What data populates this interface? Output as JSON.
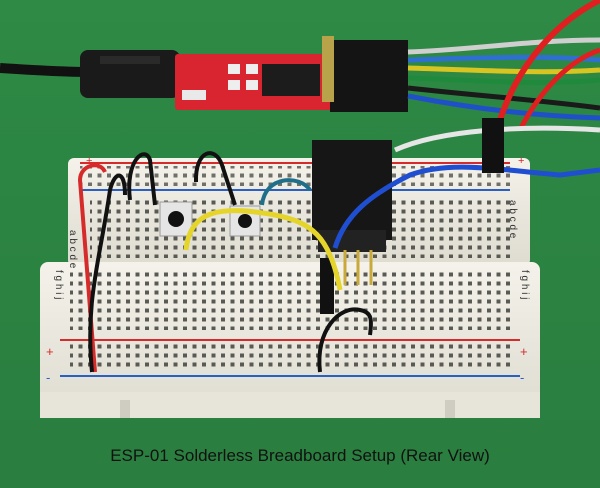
{
  "caption": "ESP-01 Solderless Breadboard Setup (Rear View)",
  "breadboard": {
    "rows_top": "a b c d e",
    "rows_bottom": "f g h i j",
    "plus_sign": "+",
    "minus_sign": "-"
  },
  "colors": {
    "background": "#2e8a45",
    "board": "#f1efe6",
    "rail_red": "#d62b2b",
    "rail_blue": "#2a5fc4",
    "usb_adapter": "#d8252f"
  }
}
